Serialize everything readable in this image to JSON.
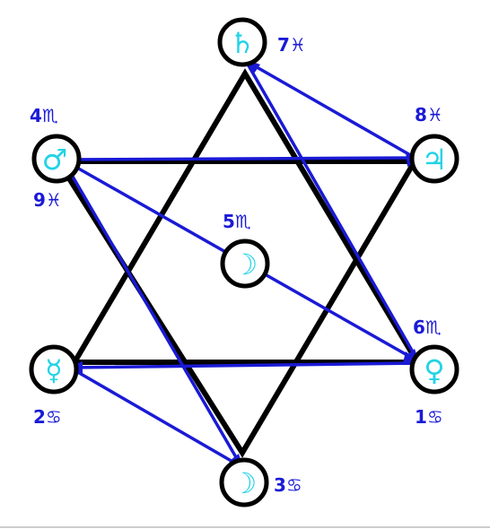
{
  "colors": {
    "background": "#ffffff",
    "star_lines": "#000000",
    "aspect_lines": "#1a1ad6",
    "planet_glyph": "#22d3e6",
    "label": "#1a1ad6",
    "circle_fill": "#ffffff",
    "circle_stroke": "#000000",
    "base_line": "#cccccc"
  },
  "planets": [
    {
      "id": "saturn",
      "glyph": "♄",
      "icon": "saturn-glyph-icon"
    },
    {
      "id": "jupiter",
      "glyph": "♃",
      "icon": "jupiter-glyph-icon"
    },
    {
      "id": "mars",
      "glyph": "♂",
      "icon": "mars-glyph-icon"
    },
    {
      "id": "moon_center",
      "glyph": "☽",
      "icon": "moon-glyph-icon"
    },
    {
      "id": "mercury",
      "glyph": "☿",
      "icon": "mercury-glyph-icon"
    },
    {
      "id": "venus",
      "glyph": "♀",
      "icon": "venus-glyph-icon"
    },
    {
      "id": "moon_bottom",
      "glyph": "☽",
      "icon": "moon-glyph-icon"
    }
  ],
  "labels": [
    {
      "id": "saturn",
      "text": "7♓"
    },
    {
      "id": "jupiter",
      "text": "8♓"
    },
    {
      "id": "mars_top",
      "text": "4♏"
    },
    {
      "id": "mars_bottom",
      "text": "9♓"
    },
    {
      "id": "moon_center",
      "text": "5♏"
    },
    {
      "id": "venus_top",
      "text": "6♏"
    },
    {
      "id": "venus_bottom",
      "text": "1♋"
    },
    {
      "id": "mercury",
      "text": "2♋"
    },
    {
      "id": "moon_bottom",
      "text": "3♋"
    }
  ]
}
